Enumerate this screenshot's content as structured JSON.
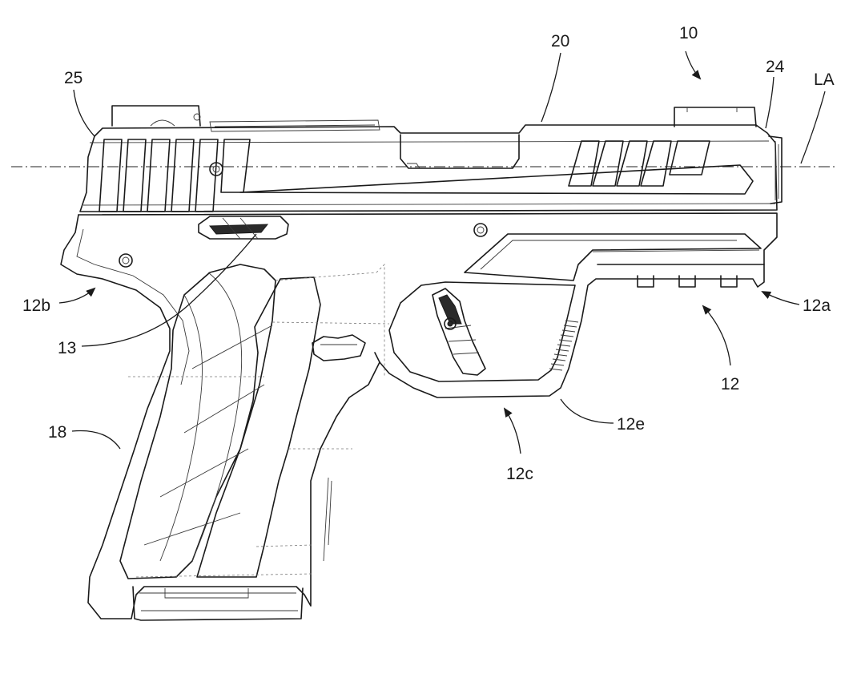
{
  "figure": {
    "labels": {
      "l10": "10",
      "l20": "20",
      "l24": "24",
      "l25": "25",
      "lLA": "LA",
      "l12": "12",
      "l12a": "12a",
      "l12b": "12b",
      "l12c": "12c",
      "l12e": "12e",
      "l13": "13",
      "l18": "18"
    },
    "line_color": "#1a1a1a",
    "background": "#ffffff"
  }
}
